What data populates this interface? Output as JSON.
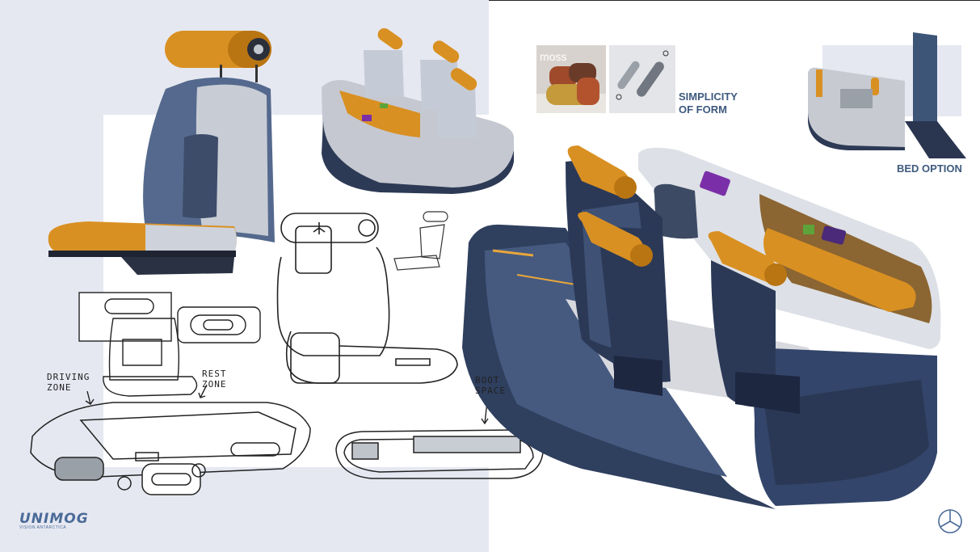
{
  "labels": {
    "simplicity": "SIMPLICITY\nOF FORM",
    "bed_option": "BED OPTION",
    "driving_zone": "DRIVING\nZONE",
    "rest_zone": "REST\nZONE",
    "boot_space": "BOOT\nSPACE",
    "moss": "moss"
  },
  "brand": {
    "logo_text": "UNIMOG",
    "logo_sub": "VISION ANTARCTICA"
  },
  "colors": {
    "accent_orange": "#d99022",
    "seat_blue": "#3d5577",
    "label_blue": "#3e5a7e",
    "panel_gray": "#e6e8f1"
  },
  "icons": [
    "mercedes-star-icon"
  ]
}
